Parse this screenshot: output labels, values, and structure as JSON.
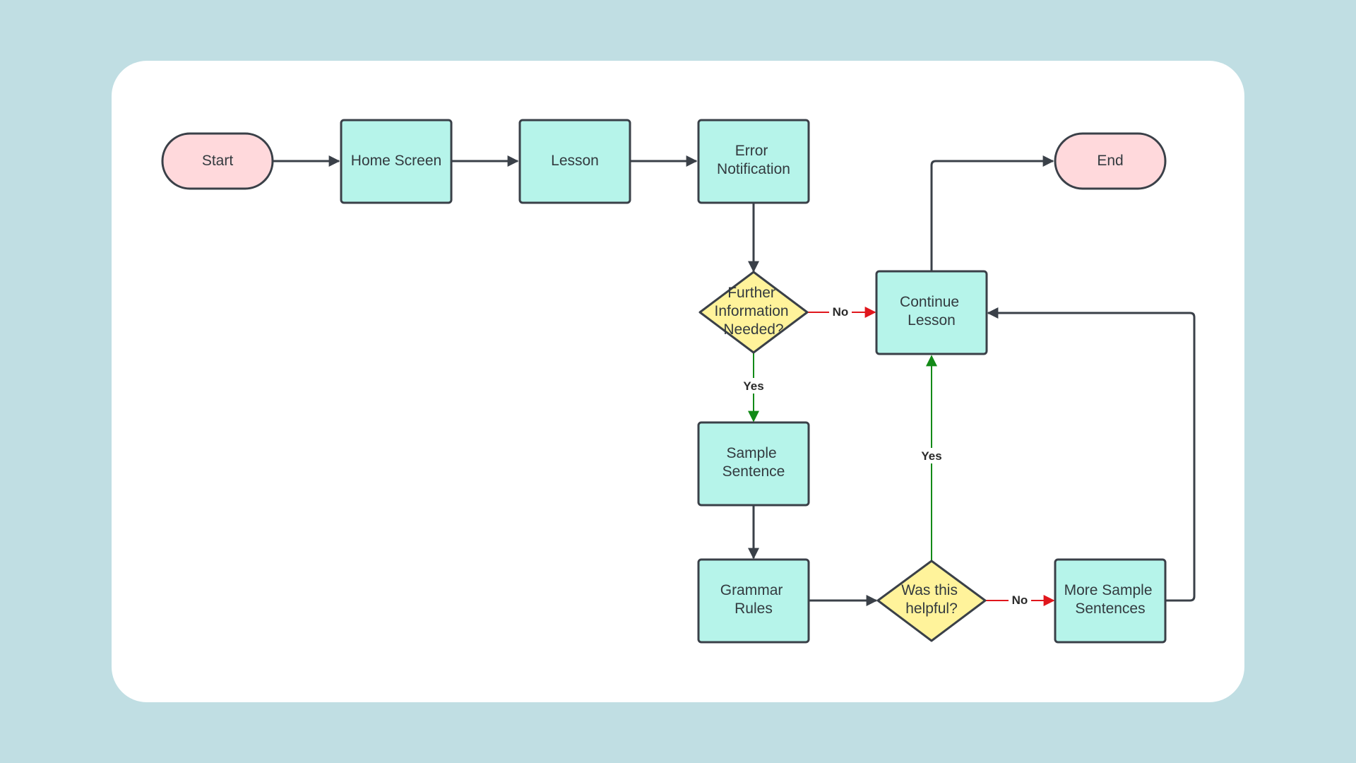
{
  "colors": {
    "background": "#c0dee3",
    "card": "#ffffff",
    "terminal_fill": "#ffd9dc",
    "process_fill": "#b6f4ea",
    "decision_fill": "#fff39b",
    "stroke": "#3a4048",
    "yes_edge": "#128a17",
    "no_edge": "#e0161c"
  },
  "nodes": {
    "start": "Start",
    "home": "Home Screen",
    "lesson": "Lesson",
    "error": [
      "Error",
      "Notification"
    ],
    "further": [
      "Further",
      "Information",
      "Needed?"
    ],
    "continue": [
      "Continue",
      "Lesson"
    ],
    "end": "End",
    "sample": [
      "Sample",
      "Sentence"
    ],
    "grammar": [
      "Grammar",
      "Rules"
    ],
    "helpful": [
      "Was this",
      "helpful?"
    ],
    "more": [
      "More Sample",
      "Sentences"
    ]
  },
  "edge_labels": {
    "further_no": "No",
    "further_yes": "Yes",
    "helpful_yes": "Yes",
    "helpful_no": "No"
  }
}
